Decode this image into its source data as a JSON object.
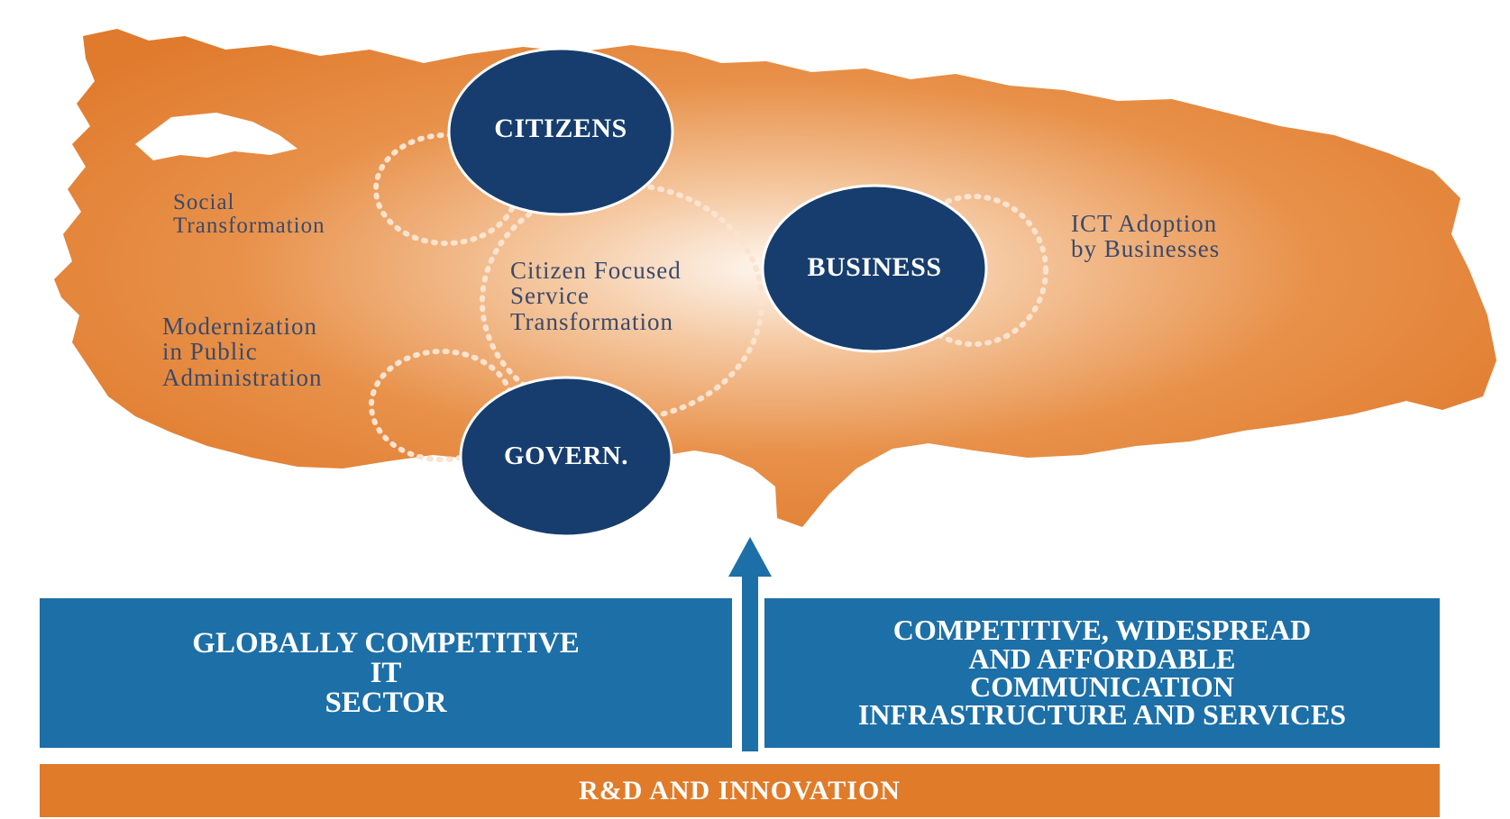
{
  "hubs": {
    "citizens": "CITIZENS",
    "business": "BUSINESS",
    "govern": "GOVERN."
  },
  "regions": {
    "social": [
      "Social",
      "Transformation"
    ],
    "modernization": [
      "Modernization",
      "in Public",
      "Administration"
    ],
    "citizen_focused": [
      "Citizen Focused",
      "Service",
      "Transformation"
    ],
    "ict": [
      "ICT Adoption",
      "by Businesses"
    ]
  },
  "pillars": {
    "left": [
      "GLOBALLY COMPETITIVE",
      "IT",
      "SECTOR"
    ],
    "right": [
      "COMPETITIVE, WIDESPREAD",
      "AND AFFORDABLE",
      "COMMUNICATION",
      "INFRASTRUCTURE AND SERVICES"
    ]
  },
  "foundation": "R&D AND INNOVATION",
  "colors": {
    "map_orange": "#e58a3d",
    "map_highlight": "#fdf3ea",
    "hub_navy": "#163d6d",
    "pillar_blue": "#1d6fa7",
    "foundation_orange": "#e07b2a"
  }
}
